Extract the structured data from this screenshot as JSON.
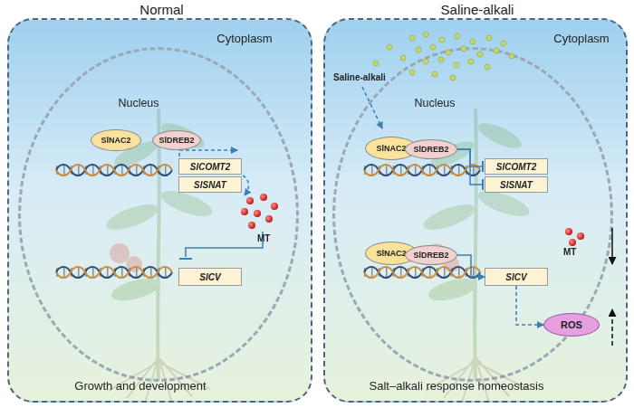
{
  "diagram": {
    "nodes": [
      {
        "text": [
          "Normal",
          "Cytoplasm",
          "Growth and development"
        ]
      },
      {
        "text": [
          "Nucleus"
        ],
        "in": 0
      },
      {
        "text": [
          "SlNAC2"
        ],
        "in": 1
      },
      {
        "text": [
          "SlDREB2"
        ],
        "in": 1
      },
      {
        "text": [
          "SlCOMT2"
        ],
        "in": 1
      },
      {
        "text": [
          "SlSNAT"
        ],
        "in": 1
      },
      {
        "text": [
          "SlCV"
        ],
        "in": 1
      },
      {
        "text": [
          "Saline-alkali",
          "Cytoplasm",
          "Salt–alkali response homeostasis"
        ]
      },
      {
        "text": [
          "Nucleus"
        ],
        "in": 7
      },
      {
        "text": [
          "SlNAC2"
        ],
        "in": 8
      },
      {
        "text": [
          "SlDREB2"
        ],
        "in": 8
      },
      {
        "text": [
          "SlCOMT2"
        ],
        "in": 8
      },
      {
        "text": [
          "SlSNAT"
        ],
        "in": 8
      },
      {
        "text": [
          "SlNAC2"
        ],
        "in": 8
      },
      {
        "text": [
          "SlDREB2"
        ],
        "in": 8
      },
      {
        "text": [
          "SlCV"
        ],
        "in": 8
      },
      {
        "text": [
          "ROS"
        ],
        "in": 7
      }
    ],
    "edges": [
      {
        "from": 10,
        "to": 11,
        "arrow": "none"
      },
      {
        "from": 10,
        "to": 12,
        "arrow": "none"
      },
      {
        "from": 14,
        "to": 15,
        "arrow": "to"
      },
      {
        "from": 15,
        "to": 16,
        "arrow": "to"
      }
    ],
    "labels": [
      "MT",
      "Saline-alkali",
      "MT"
    ]
  }
}
